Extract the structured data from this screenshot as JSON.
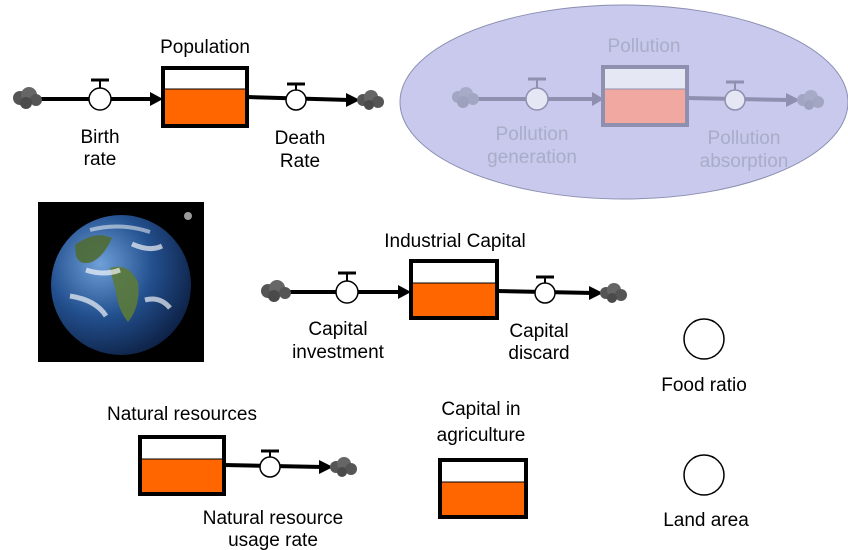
{
  "colors": {
    "stock_fill": "#ff6600",
    "faded_stock_fill": "#f0a8a0",
    "ellipse_fill": "#c8c9ec",
    "faded_text": "#a9adc8"
  },
  "population": {
    "title": "Population",
    "inflow": [
      "Birth",
      "rate"
    ],
    "outflow": [
      "Death",
      "Rate"
    ]
  },
  "pollution": {
    "title": "Pollution",
    "inflow": [
      "Pollution",
      "generation"
    ],
    "outflow": [
      "Pollution",
      "absorption"
    ]
  },
  "industrial_capital": {
    "title": "Industrial Capital",
    "inflow": [
      "Capital",
      "investment"
    ],
    "outflow": [
      "Capital",
      "discard"
    ]
  },
  "natural_resources": {
    "title": "Natural resources",
    "outflow": [
      "Natural resource",
      "usage rate"
    ]
  },
  "capital_agriculture": {
    "title": [
      "Capital in",
      "agriculture"
    ]
  },
  "food_ratio": {
    "label": "Food ratio"
  },
  "land_area": {
    "label": "Land area"
  },
  "image": {
    "icon": "earth-photo"
  }
}
